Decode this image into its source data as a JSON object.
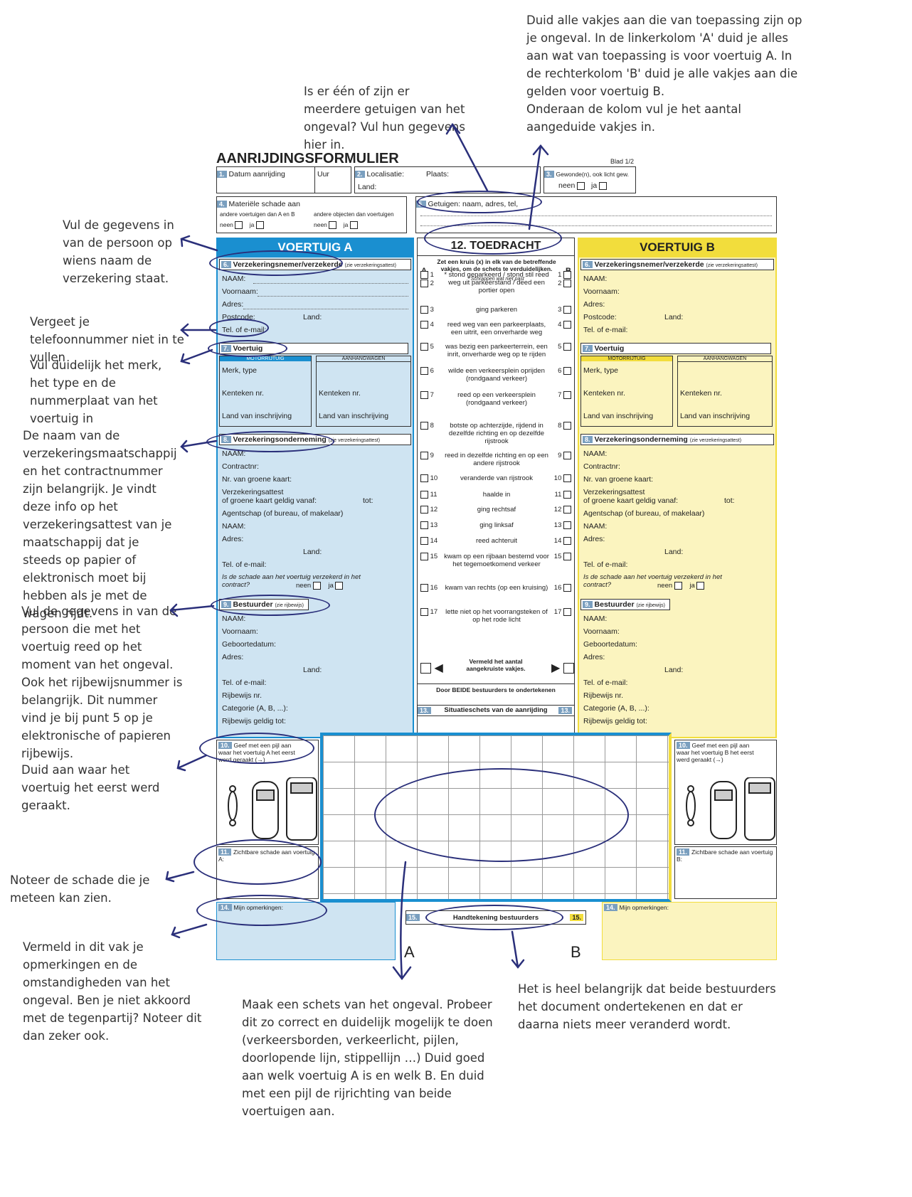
{
  "annotations": {
    "top_right": "Duid alle vakjes aan die van toepassing zijn op je ongeval. In de linkerkolom 'A' duid je alles aan wat van toepassing is voor voertuig A. In de rechterkolom 'B' duid je alle vakjes aan die gelden voor voertuig B.\nOnderaan de kolom vul je het aantal aangeduide vakjes in.",
    "witnesses": "Is er één of zijn er meerdere getuigen van het ongeval? Vul hun gegevens hier in.",
    "insured": "Vul de gegevens in van de persoon op wiens naam de verzekering staat.",
    "phone": "Vergeet je telefoonnummer niet in te vullen",
    "vehicle": "Vul duidelijk het merk, het type en de nummerplaat van het voertuig in",
    "insurer": "De naam van de verzekeringsmaatschappij en het contractnummer zijn belangrijk. Je vindt deze info op het verzekeringsattest van je maatschappij dat je steeds op papier of elektronisch moet bij hebben als je met de wagen rijdt.",
    "driver": "Vul de gegevens in van de persoon die met het voertuig reed op het moment van het ongeval. Ook het rijbewijsnummer is belangrijk. Dit nummer vind je bij punt 5 op je elektronische of papieren rijbewijs.",
    "first_hit": "Duid aan waar het voertuig het eerst werd geraakt.",
    "damage": "Noteer de schade die je meteen kan zien.",
    "remarks": "Vermeld in dit vak je opmerkingen en de omstandigheden van het ongeval. Ben je niet akkoord met de tegenpartij? Noteer dit dan zeker ook.",
    "sketch": "Maak een schets van het ongeval. Probeer dit zo correct en duidelijk mogelijk te doen (verkeersborden, verkeerlicht, pijlen, doorlopende lijn, stippellijn …) Duid goed aan welk voertuig A is en welk B. En duid met een pijl de rijrichting van beide voertuigen aan.",
    "signature": "Het is heel belangrijk dat beide bestuurders het document ondertekenen en dat er daarna niets meer veranderd wordt."
  },
  "form": {
    "title": "AANRIJDINGSFORMULIER",
    "sheet": "Blad 1/2",
    "top": {
      "date_num": "1.",
      "date_label": "Datum aanrijding",
      "time_label": "Uur",
      "loc_num": "2.",
      "loc_label": "Localisatie:",
      "land_label": "Land:",
      "place_label": "Plaats:",
      "injured_num": "3.",
      "injured_label": "Gewonde(n), ook licht gew.",
      "neen": "neen",
      "ja": "ja",
      "damage_num": "4.",
      "damage_label": "Materiële schade aan",
      "other_vehicles": "andere voertuigen dan A en B",
      "other_objects": "andere objecten dan voertuigen",
      "witness_num": "5.",
      "witness_label": "Getuigen: naam, adres, tel,"
    },
    "vehicle_a": "VOERTUIG A",
    "vehicle_b": "VOERTUIG B",
    "s6_title": "Verzekeringsnemer/verzekerde",
    "s6_note": "(zie verzekeringsattest)",
    "s6_fields": [
      "NAAM:",
      "Voornaam:",
      "Adres:",
      "Postcode:",
      "Land:",
      "Tel. of e-mail:"
    ],
    "s7_title": "Voertuig",
    "s7_motor": "MOTORRIJTUIG",
    "s7_trailer": "AANHANGWAGEN",
    "s7_fields": [
      "Merk, type",
      "Kenteken nr.",
      "Land van inschrijving"
    ],
    "s8_title": "Verzekeringsonderneming",
    "s8_note": "(zie verzekeringsattest)",
    "s8_fields": [
      "NAAM:",
      "Contractnr:",
      "Nr. van groene kaart:",
      "Verzekeringsattest",
      "of groene kaart geldig vanaf:",
      "tot:",
      "Agentschap (of bureau, of makelaar)",
      "NAAM:",
      "Adres:",
      "Land:",
      "Tel. of e-mail:"
    ],
    "s8_question": "Is de schade aan het voertuig verzekerd in het contract?",
    "s9_title": "Bestuurder",
    "s9_note": "(zie rijbewijs)",
    "s9_fields": [
      "NAAM:",
      "Voornaam:",
      "Geboortedatum:",
      "Adres:",
      "Land:",
      "Tel. of e-mail:",
      "Rijbewijs nr.",
      "Categorie (A, B, ...):",
      "Rijbewijs geldig tot:"
    ],
    "s10_a": "Geef met een pijl aan waar het voertuig A het eerst werd geraakt (→)",
    "s10_b": "Geef met een pijl aan waar het voertuig B het eerst werd geraakt (→)",
    "s11_a": "Zichtbare schade aan voertuig A:",
    "s11_b": "Zichtbare schade aan voertuig B:",
    "s14": "Mijn opmerkingen:",
    "s12_title": "12. TOEDRACHT",
    "s12_instr": "Zet een kruis (x) in elk van de betreffende vakjes, om de schets te verduidelijken.",
    "s12_strike": "* Schrappen wat niet past",
    "col_a": "A",
    "col_b": "B",
    "circumstances": [
      "* stond geparkeerd / stond stil reed weg uit parkeerstand / deed een portier open",
      "ging parkeren",
      "reed weg van een parkeerplaats, een uitrit, een onverharde weg",
      "was bezig een parkeerterrein, een inrit, onverharde weg op te rijden",
      "wilde een verkeersplein oprijden (rondgaand verkeer)",
      "reed op een verkeersplein (rondgaand verkeer)",
      "botste op achterzijde, rijdend in dezelfde richting en op dezelfde rijstrook",
      "reed in dezelfde richting en op een andere rijstrook",
      "veranderde van rijstrook",
      "haalde in",
      "ging rechtsaf",
      "ging linksaf",
      "reed achteruit",
      "kwam op een rijbaan bestemd voor het tegemoetkomend verkeer",
      "kwam van rechts (op een kruising)",
      "lette niet op het voorrangsteken of op het rode licht"
    ],
    "circ_numbers": [
      "1",
      "2",
      "3",
      "4",
      "5",
      "6",
      "7",
      "8",
      "9",
      "10",
      "11",
      "12",
      "13",
      "14",
      "15",
      "16",
      "17"
    ],
    "count_label": "Vermeld het aantal aangekruiste vakjes.",
    "sign_both": "Door BEIDE bestuurders te ondertekenen",
    "s13_num": "13.",
    "s13_title": "Situatieschets van de aanrijding",
    "s15_num": "15.",
    "s15_title": "Handtekening bestuurders",
    "letter_a": "A",
    "letter_b": "B"
  },
  "colors": {
    "blue": "#1a8fd0",
    "light_blue": "#cfe4f2",
    "yellow": "#f2dd3c",
    "light_yellow": "#fbf4bf",
    "ink": "#2a2f7a"
  }
}
